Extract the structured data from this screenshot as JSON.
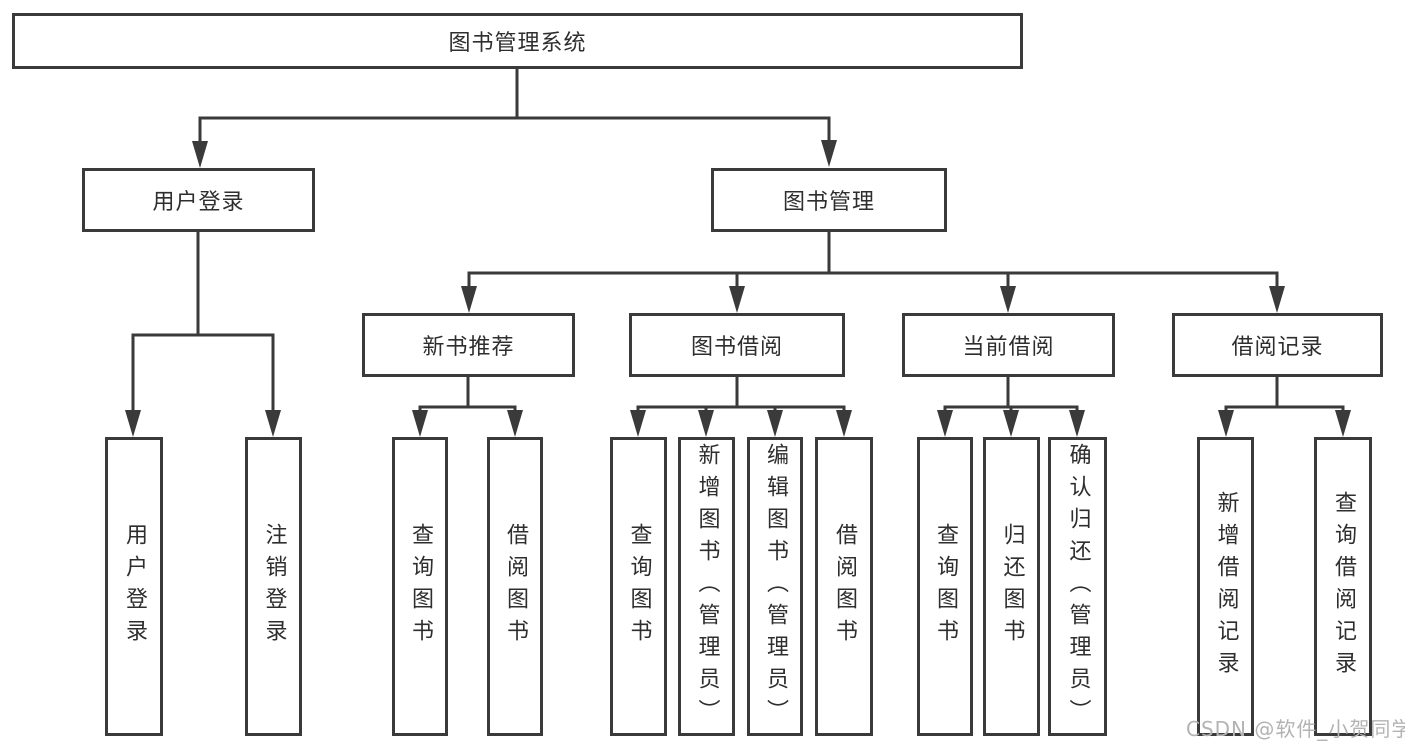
{
  "diagram": {
    "tree": {
      "label": "图书管理系统",
      "children": [
        {
          "label": "用户登录",
          "children": [
            {
              "label": "用户登录"
            },
            {
              "label": "注销登录"
            }
          ]
        },
        {
          "label": "图书管理",
          "children": [
            {
              "label": "新书推荐",
              "children": [
                {
                  "label": "查询图书"
                },
                {
                  "label": "借阅图书"
                }
              ]
            },
            {
              "label": "图书借阅",
              "children": [
                {
                  "label": "查询图书"
                },
                {
                  "label": "新增图书（管理员）"
                },
                {
                  "label": "编辑图书（管理员）"
                },
                {
                  "label": "借阅图书"
                }
              ]
            },
            {
              "label": "当前借阅",
              "children": [
                {
                  "label": "查询图书"
                },
                {
                  "label": "归还图书"
                },
                {
                  "label": "确认归还（管理员）"
                }
              ]
            },
            {
              "label": "借阅记录",
              "children": [
                {
                  "label": "新增借阅记录"
                },
                {
                  "label": "查询借阅记录"
                }
              ]
            }
          ]
        }
      ]
    }
  },
  "watermark": "CSDN @软件_小贺同学",
  "colors": {
    "line": "#3a3a3a",
    "text": "#2e2e2e",
    "watermark": "#b3b3b3",
    "background": "#ffffff"
  }
}
